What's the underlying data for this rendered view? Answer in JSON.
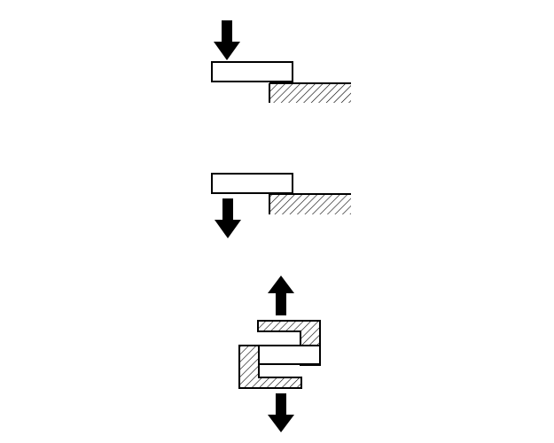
{
  "diagram": {
    "colors": {
      "background": "#ffffff",
      "stroke": "#000000",
      "hatch": "#000000",
      "arrow": "#000000"
    },
    "panels": [
      {
        "id": "panel-1",
        "arrows": [
          "down-arrow-icon"
        ],
        "parts": [
          "plate",
          "hatched-ledge-support"
        ]
      },
      {
        "id": "panel-2",
        "arrows": [
          "down-arrow-icon"
        ],
        "parts": [
          "plate",
          "hatched-ledge-support"
        ]
      },
      {
        "id": "panel-3",
        "arrows": [
          "up-arrow-icon",
          "down-arrow-icon"
        ],
        "parts": [
          "upper-hatched-clamp",
          "plate",
          "lower-hatched-clamp"
        ]
      }
    ]
  }
}
